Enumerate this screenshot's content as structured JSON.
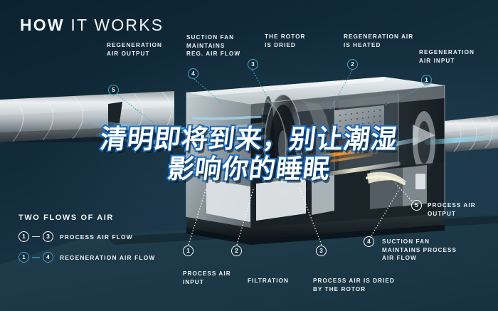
{
  "header": {
    "title_bold": "HOW",
    "title_light": "IT WORKS"
  },
  "colors": {
    "background_dark": "#0b2230",
    "background_light": "#1d3a4c",
    "accent_teal": "#3fa8c9",
    "airflow_blue": "#7fd0e8",
    "text_white": "#e8f1f5",
    "overlay_stroke_blue": "#1b6fc4"
  },
  "callouts_top": [
    {
      "id": "regeneration-air-output",
      "number": "5",
      "label": "REGENERATION\nAIR OUTPUT",
      "style": "teal"
    },
    {
      "id": "suction-fan-reg",
      "number": "4",
      "label": "SUCTION FAN\nMAINTAINS\nREG. AIR FLOW",
      "style": "teal"
    },
    {
      "id": "rotor-is-dried",
      "number": "3",
      "label": "THE ROTOR\nIS DRIED",
      "style": "teal"
    },
    {
      "id": "regeneration-air-heated",
      "number": "2",
      "label": "REGENERATION AIR\nIS HEATED",
      "style": "teal"
    },
    {
      "id": "regeneration-air-input",
      "number": "1",
      "label": "REGENERATION\nAIR INPUT",
      "style": "teal"
    }
  ],
  "callouts_bottom": [
    {
      "id": "process-air-input",
      "number": "1",
      "label": "PROCESS AIR\nINPUT",
      "style": "white"
    },
    {
      "id": "filtration",
      "number": "2",
      "label": "FILTRATION",
      "style": "white"
    },
    {
      "id": "process-air-dried",
      "number": "3",
      "label": "PROCESS AIR IS DRIED\nBY THE ROTOR",
      "style": "white"
    },
    {
      "id": "suction-fan-process",
      "number": "4",
      "label": "SUCTION FAN\nMAINTAINS PROCESS\nAIR FLOW",
      "style": "white"
    },
    {
      "id": "process-air-output",
      "number": "5",
      "label": "PROCESS AIR\nOUTPUT",
      "style": "white"
    }
  ],
  "legend": {
    "title": "TWO FLOWS OF AIR",
    "rows": [
      {
        "from": "1",
        "to": "3",
        "text": "PROCESS AIR FLOW",
        "style": "white"
      },
      {
        "from": "1",
        "to": "4",
        "text": "REGENERATION AIR FLOW",
        "style": "teal"
      }
    ]
  },
  "overlay": {
    "line1": "清明即将到来，别让潮湿",
    "line2": "影响你的睡眠"
  }
}
